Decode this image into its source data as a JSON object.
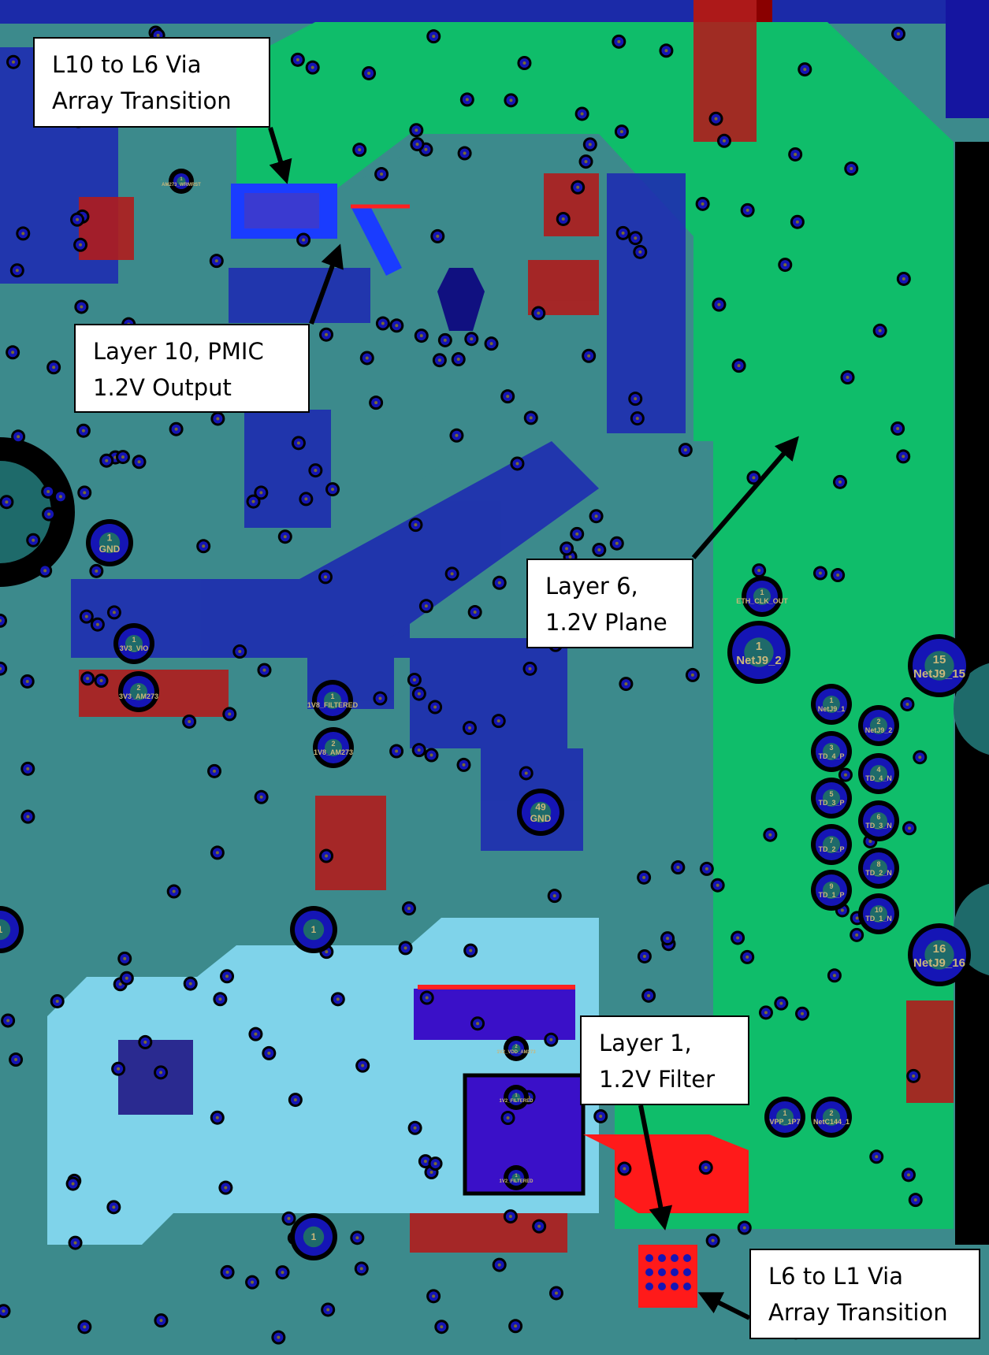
{
  "callouts": [
    {
      "id": "l10-l6-via",
      "lines": [
        "L10 to L6 Via",
        "Array Transition"
      ]
    },
    {
      "id": "layer10-pmic",
      "lines": [
        "Layer 10, PMIC",
        "1.2V Output"
      ]
    },
    {
      "id": "layer6-plane",
      "lines": [
        "Layer 6,",
        "1.2V Plane"
      ]
    },
    {
      "id": "layer1-filter",
      "lines": [
        "Layer 1,",
        "1.2V Filter"
      ]
    },
    {
      "id": "l6-l1-via",
      "lines": [
        "L6 to L1 Via",
        "Array Transition"
      ]
    }
  ],
  "pads": [
    {
      "num": "1",
      "net": "GND",
      "size": "m"
    },
    {
      "num": "1",
      "net": "3V3_VIO",
      "size": "s"
    },
    {
      "num": "2",
      "net": "3V3_AM273",
      "size": "s"
    },
    {
      "num": "1",
      "net": "1V8_FILTERED",
      "size": "s"
    },
    {
      "num": "2",
      "net": "1V8_AM273",
      "size": "s"
    },
    {
      "num": "49",
      "net": "GND",
      "size": "m"
    },
    {
      "num": "1",
      "net": "ETH_CLK_OUT",
      "size": "s"
    },
    {
      "num": "1",
      "net": "NetJ9_2",
      "size": "l"
    },
    {
      "num": "15",
      "net": "NetJ9_15",
      "size": "l"
    },
    {
      "num": "1",
      "net": "NetJ9_1",
      "size": "s"
    },
    {
      "num": "2",
      "net": "NetJ9_2",
      "size": "s"
    },
    {
      "num": "3",
      "net": "TD_4_P",
      "size": "s"
    },
    {
      "num": "4",
      "net": "TD_4_N",
      "size": "s"
    },
    {
      "num": "5",
      "net": "TD_3_P",
      "size": "s"
    },
    {
      "num": "6",
      "net": "TD_3_N",
      "size": "s"
    },
    {
      "num": "7",
      "net": "TD_2_P",
      "size": "s"
    },
    {
      "num": "8",
      "net": "TD_2_N",
      "size": "s"
    },
    {
      "num": "9",
      "net": "TD_1_P",
      "size": "s"
    },
    {
      "num": "10",
      "net": "TD_1_N",
      "size": "s"
    },
    {
      "num": "16",
      "net": "NetJ9_16",
      "size": "l"
    },
    {
      "num": "1",
      "net": "VPP_1P7",
      "size": "s"
    },
    {
      "num": "2",
      "net": "NetC144_1",
      "size": "s"
    },
    {
      "num": "2",
      "net": "1V2_VDD_AM273",
      "size": "xs"
    },
    {
      "num": "1",
      "net": "1V2_FILTERED",
      "size": "xs"
    },
    {
      "num": "1",
      "net": "1V2_FILTERED",
      "size": "xs"
    },
    {
      "num": "1",
      "net": "AM273_WRMRST",
      "size": "xs"
    },
    {
      "num": "1",
      "net": "",
      "size": "m"
    },
    {
      "num": "1",
      "net": "",
      "size": "m"
    },
    {
      "num": "1",
      "net": "",
      "size": "m"
    }
  ],
  "colors": {
    "board_base": "#3c8a8c",
    "layer6_plane": "#0fbd6a",
    "layer1_copper": "#d02020",
    "layer10_copper": "#1a1ab0",
    "filter_region": "#7fd3ea",
    "via_pad": "#1515b5",
    "annotation_arrow": "#000000"
  }
}
